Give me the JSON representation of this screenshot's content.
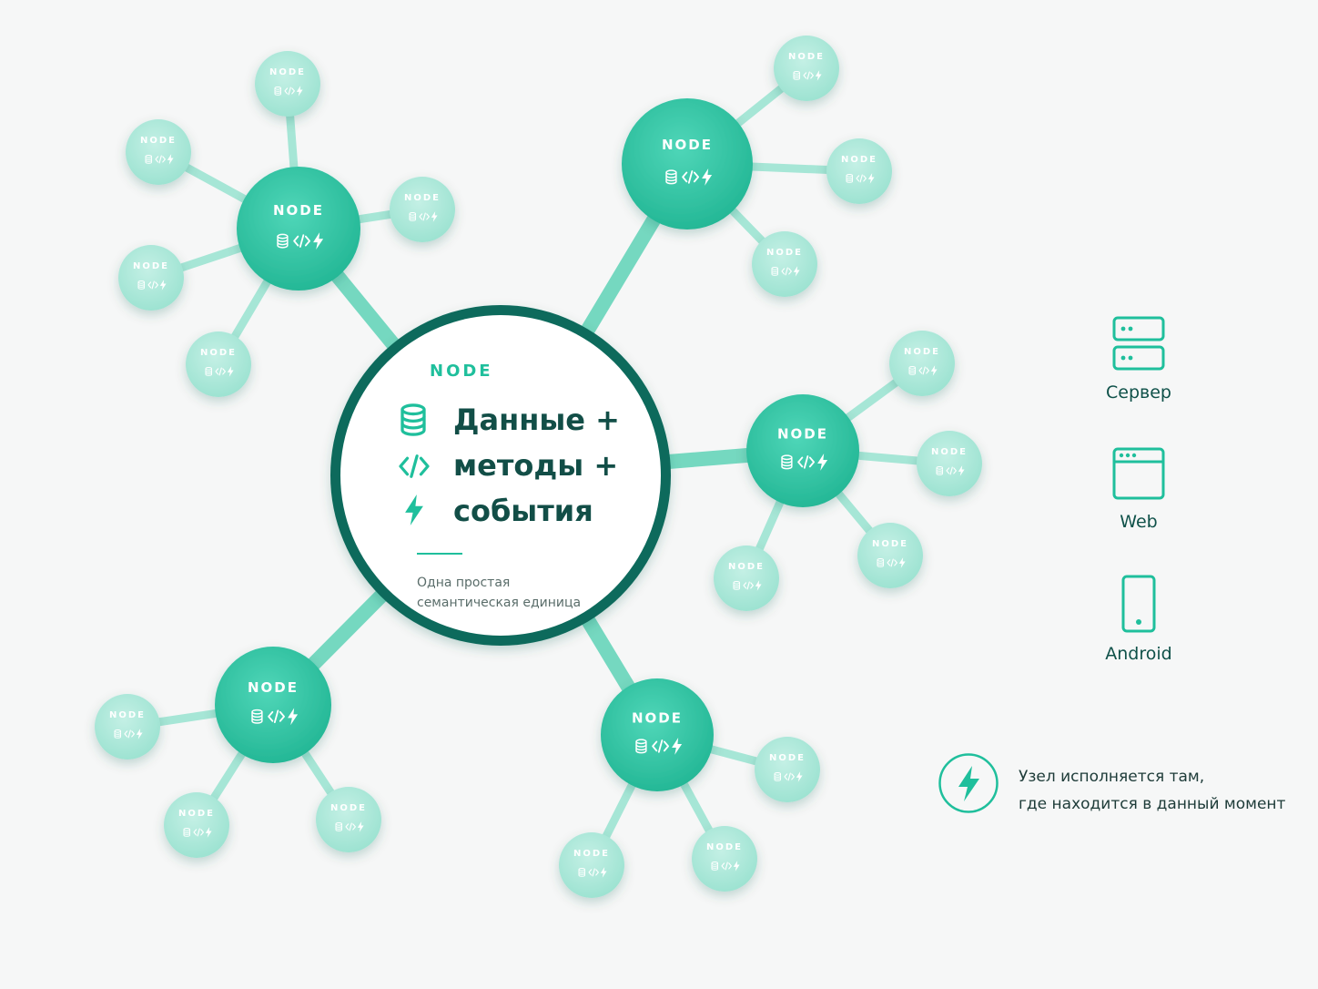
{
  "node_label": "NODE",
  "center": {
    "label": "NODE",
    "lines": [
      "Данные +",
      "методы +",
      "события"
    ],
    "subtitle_lines": [
      "Одна простая",
      "семантическая единица"
    ]
  },
  "legend": [
    {
      "label": "Сервер",
      "icon": "server-icon"
    },
    {
      "label": "Web",
      "icon": "browser-window-icon"
    },
    {
      "label": "Android",
      "icon": "smartphone-icon"
    }
  ],
  "note": {
    "icon": "lightning-icon",
    "lines": [
      "Узел исполняется там,",
      "где находится в данный момент"
    ]
  },
  "colors": {
    "accent": "#1fbf9c",
    "node_fill": "#2cc3a3",
    "leaf_fill": "#a8e8d9",
    "center_ring": "#0f6b5b",
    "text_dark": "#0f5149"
  }
}
